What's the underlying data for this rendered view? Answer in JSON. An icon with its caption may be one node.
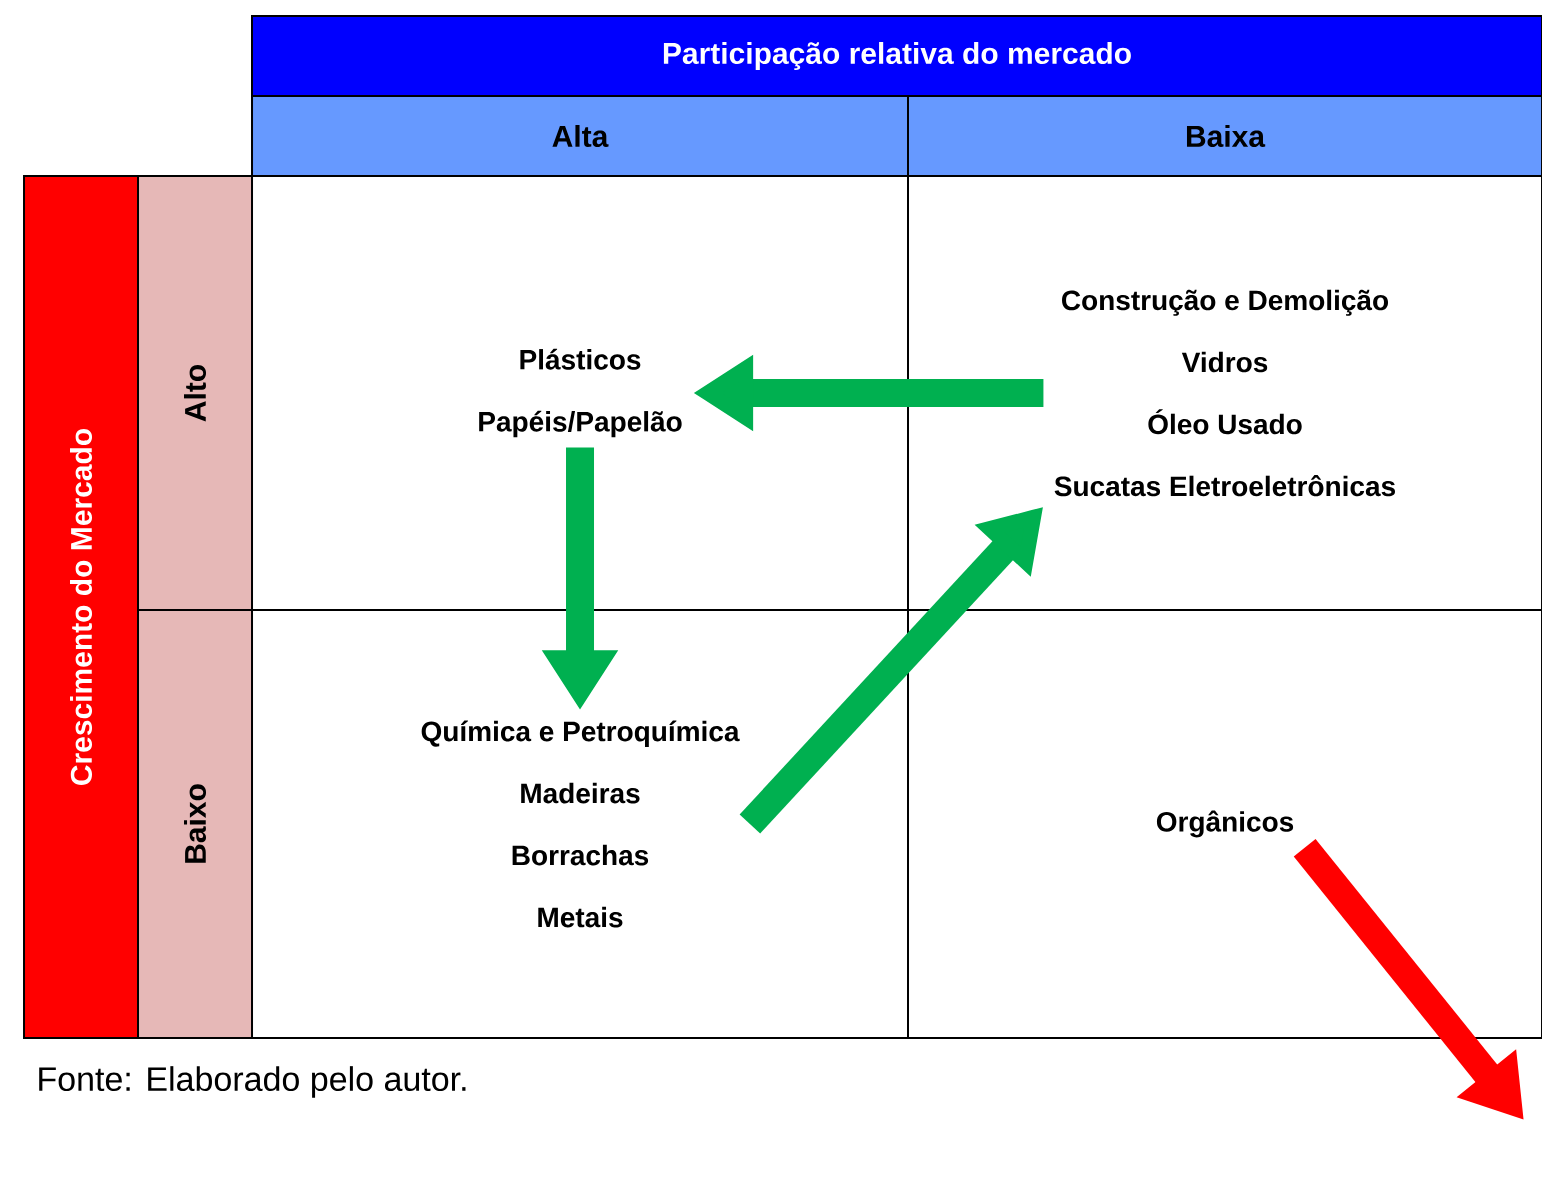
{
  "diagram": {
    "caption": "Fonte: Elaborado pelo autor.",
    "nodes": [
      {
        "text": [
          "Participação relativa do mercado"
        ]
      },
      {
        "text": [
          "Alta"
        ]
      },
      {
        "text": [
          "Baixa"
        ]
      },
      {
        "text": [
          "Crescimento do Mercado"
        ]
      },
      {
        "text": [
          "Alto"
        ]
      },
      {
        "text": [
          "Baixo"
        ]
      },
      {
        "text": [
          "Plásticos",
          "Papéis/Papelão"
        ]
      },
      {
        "text": [
          "Construção e Demolição",
          "Vidros",
          "Óleo Usado",
          "Sucatas Eletroeletrônicas"
        ]
      },
      {
        "text": [
          "Química e Petroquímica",
          "Madeiras",
          "Borrachas",
          "Metais"
        ]
      },
      {
        "text": [
          "Orgânicos"
        ]
      }
    ],
    "edges": [
      {
        "from": 7,
        "to": 6,
        "arrow": "to"
      },
      {
        "from": 6,
        "to": 8,
        "arrow": "to"
      },
      {
        "from": 8,
        "to": 7,
        "arrow": "to"
      },
      {
        "from": 9,
        "to": null,
        "arrow": "to",
        "color": "#ff0000"
      }
    ]
  }
}
